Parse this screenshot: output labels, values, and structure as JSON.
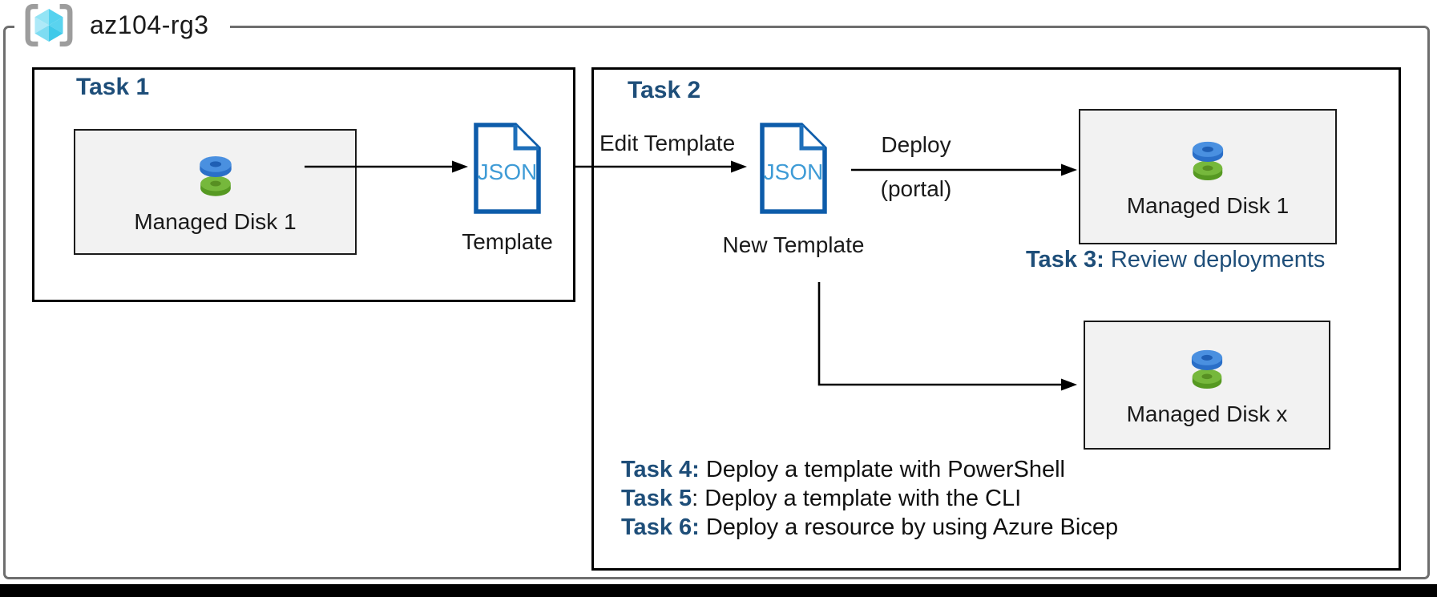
{
  "resource_group": {
    "name": "az104-rg3"
  },
  "icons": {
    "json_file_text": "JSON"
  },
  "colors": {
    "accent_blue": "#1E4E79",
    "json_outline": "#0D5CAA",
    "json_text": "#3E9BD6",
    "resource_box_fill": "#F2F2F2",
    "disk_blue": "#4A90E0",
    "disk_green": "#76B83C",
    "rg_border_gray": "#6E6E6E"
  },
  "task1": {
    "title": "Task 1",
    "resource_label": "Managed Disk 1",
    "template_label": "Template"
  },
  "task2": {
    "title": "Task 2",
    "edit_arrow_label": "Edit Template",
    "new_template_label": "New Template",
    "deploy_label_line1": "Deploy",
    "deploy_label_line2": "(portal)",
    "deployed_disk_label": "Managed Disk 1",
    "resulting_disk_label": "Managed Disk x"
  },
  "task3": {
    "label": "Task 3:",
    "text": " Review deployments"
  },
  "task_list": [
    {
      "label": "Task 4:",
      "text": " Deploy a template with PowerShell"
    },
    {
      "label": "Task 5",
      "text": ": Deploy a template with the CLI"
    },
    {
      "label": "Task 6:",
      "text": " Deploy a resource by using Azure Bicep"
    }
  ]
}
